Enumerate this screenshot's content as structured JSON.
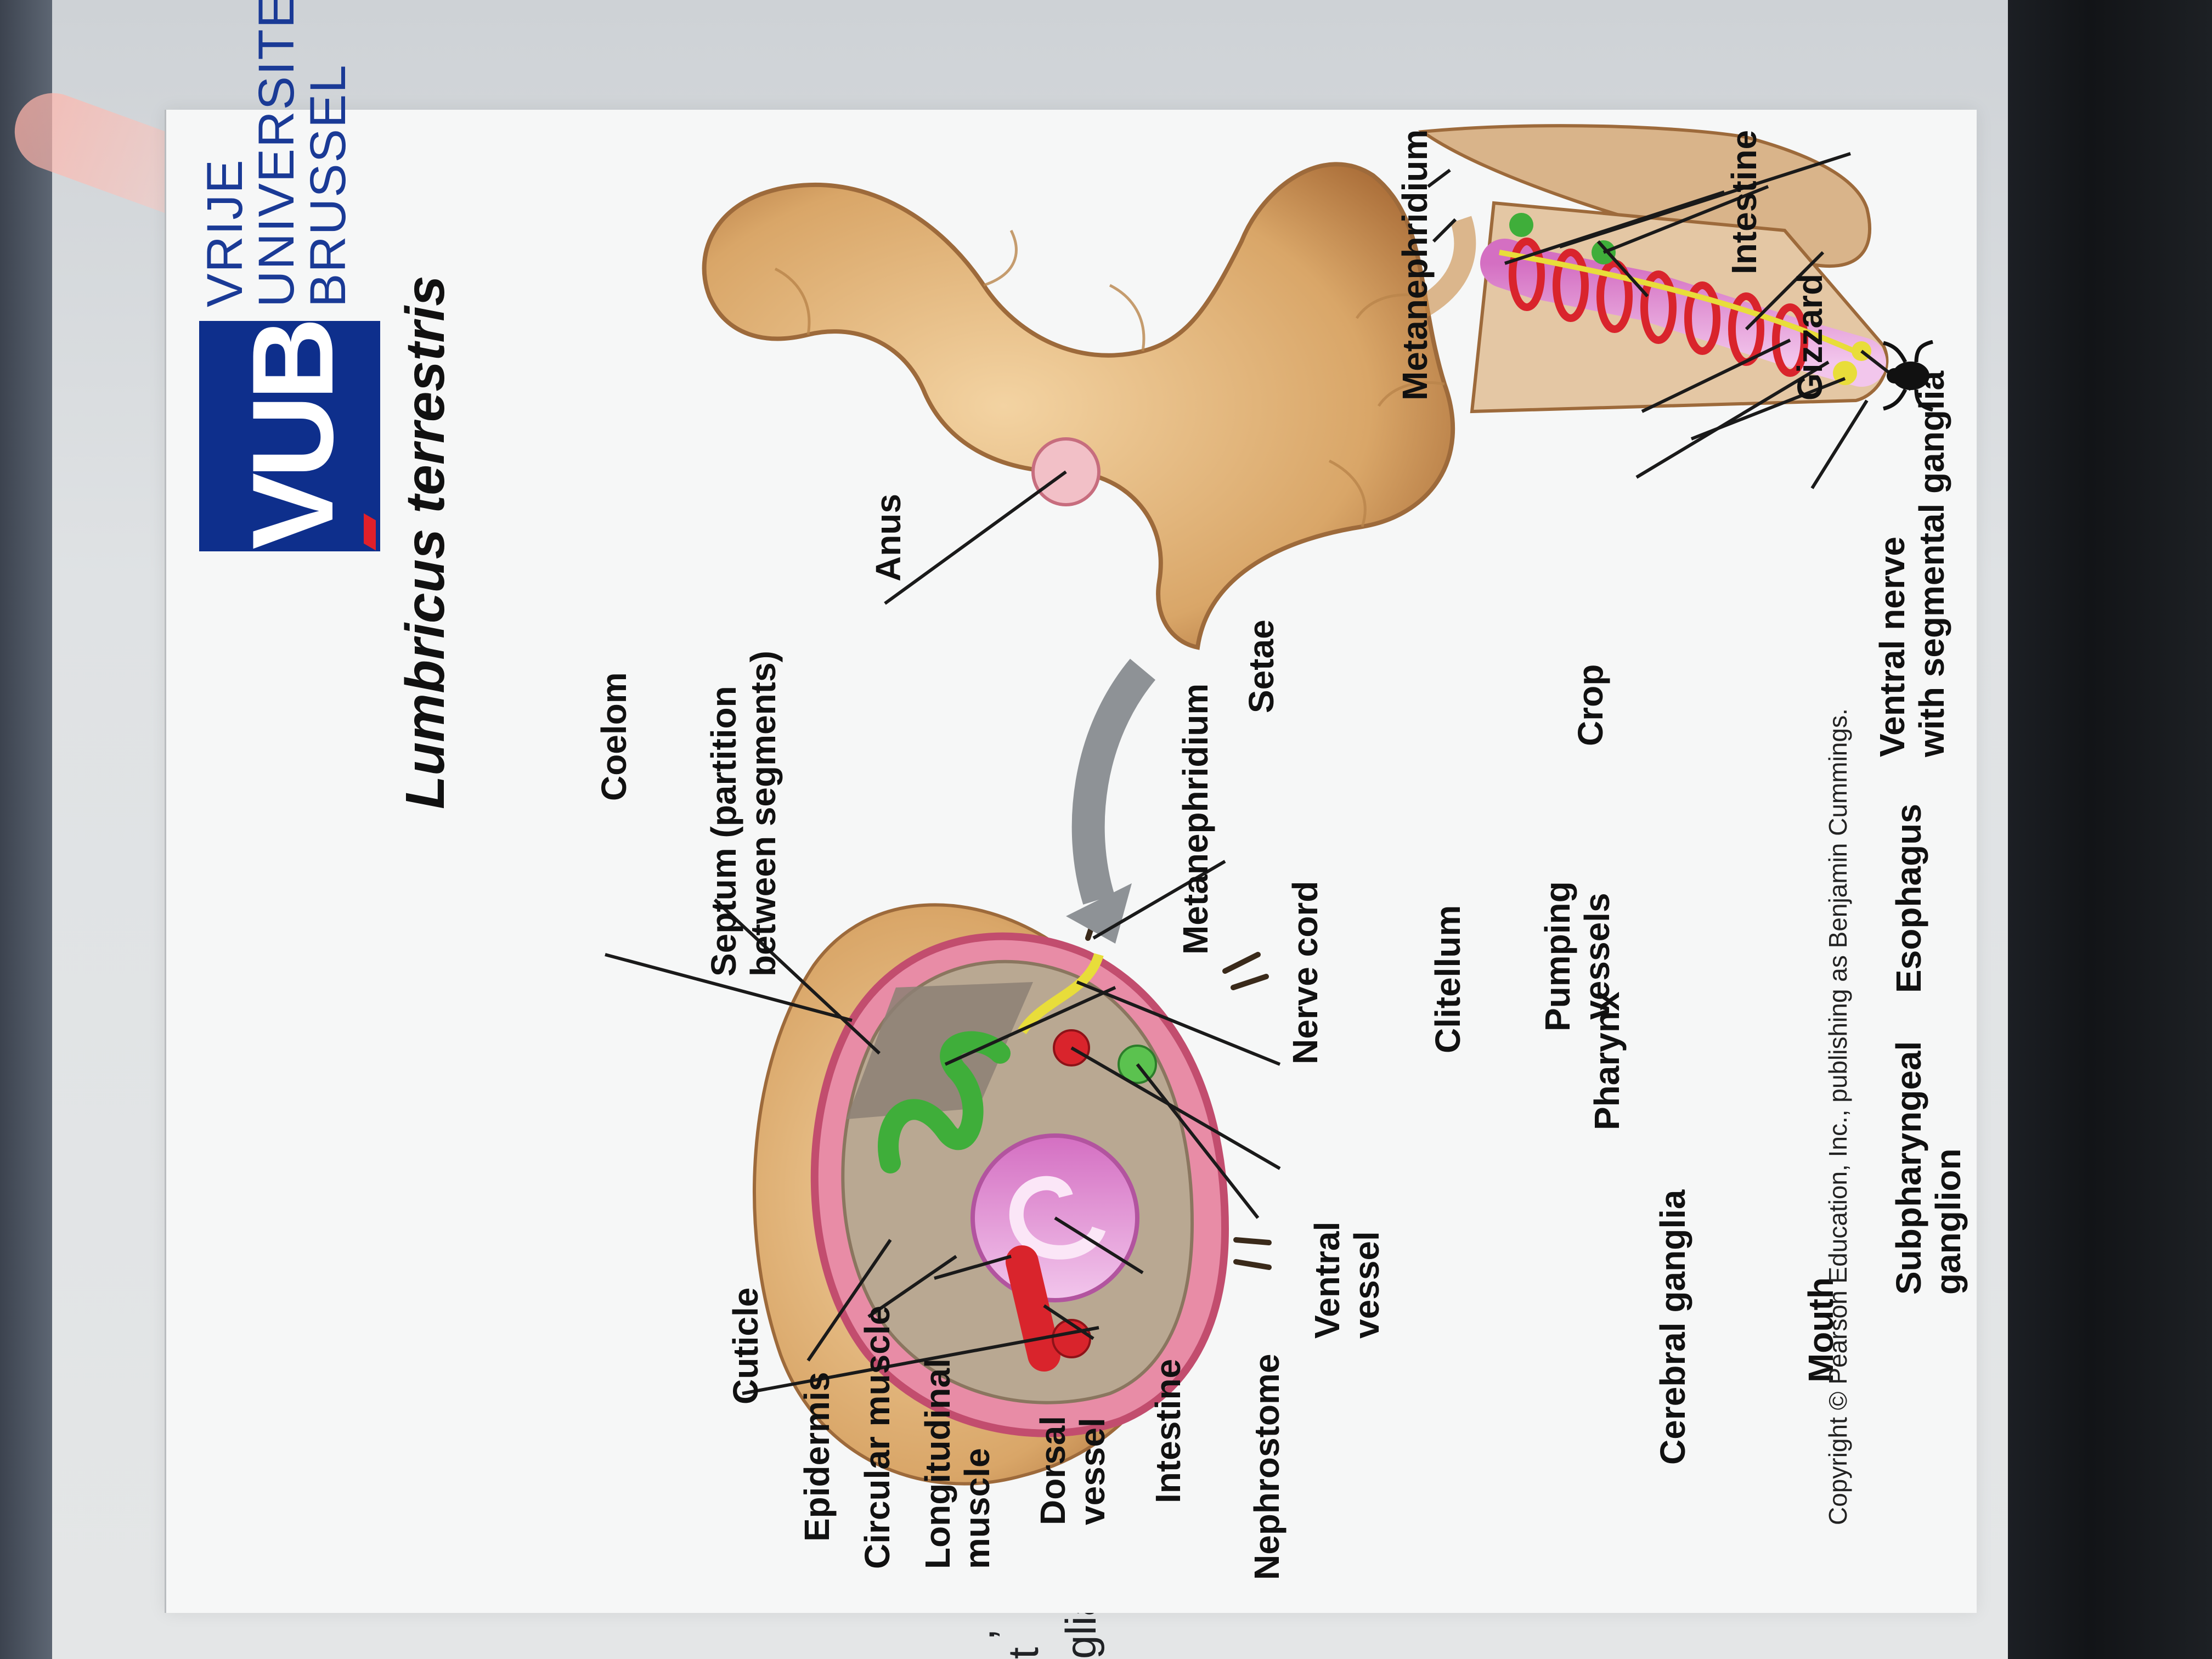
{
  "photo": {
    "edge_text": [
      ",",
      "t",
      "glia"
    ]
  },
  "logo": {
    "letters": "VUB",
    "lines": [
      "VRIJE",
      "UNIVERSITEIT",
      "BRUSSEL"
    ]
  },
  "title": "Lumbricus terrestris",
  "labels": {
    "cuticle": "Cuticle",
    "epidermis": "Epidermis",
    "circular_muscle": "Circular muscle",
    "longitudinal_muscle": [
      "Longitudinal",
      "muscle"
    ],
    "dorsal_vessel": [
      "Dorsal",
      "vessel"
    ],
    "intestine_cross": "Intestine",
    "nephrostome": "Nephrostome",
    "ventral_vessel": [
      "Ventral",
      "vessel"
    ],
    "nerve_cord": "Nerve cord",
    "metanephridium_cross": "Metanephridium",
    "setae": "Setae",
    "coelom": "Coelom",
    "septum": [
      "Septum (partition",
      "between segments)"
    ],
    "anus": "Anus",
    "clitellum": "Clitellum",
    "metanephridium_body": "Metanephridium",
    "intestine_body": "Intestine",
    "gizzard": "Gizzard",
    "ventral_nerve": [
      "Ventral nerve",
      "with segmental ganglia"
    ],
    "crop": "Crop",
    "esophagus": "Esophagus",
    "pumping_vessels": [
      "Pumping",
      "vessels"
    ],
    "pharynx": "Pharynx",
    "cerebral_ganglia": "Cerebral ganglia",
    "subpharyngeal_ganglion": [
      "Subpharyngeal",
      "ganglion"
    ],
    "mouth": "Mouth"
  },
  "copyright": "Copyright © Pearson Education, Inc., publishing as Benjamin Cummings.",
  "colors": {
    "logo_blue": "#0e2f8c",
    "worm_tan": "#d9a668",
    "vessel_red": "#d9242c",
    "nephridium_green": "#3fae3a",
    "gut_pink": "#e79ad6",
    "nerve_yellow": "#e8dd3a"
  }
}
